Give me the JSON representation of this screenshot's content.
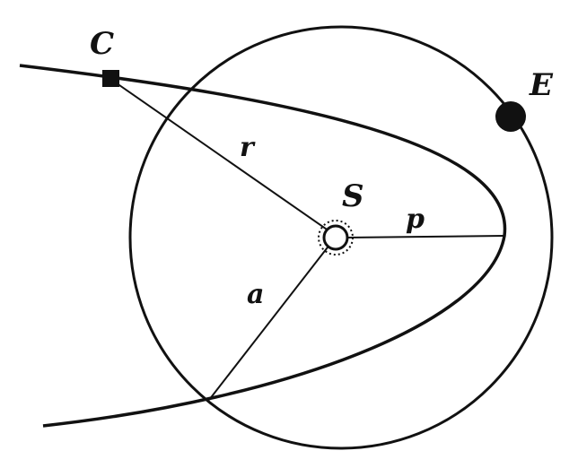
{
  "colors": {
    "ink": "#111111",
    "background": "#ffffff"
  },
  "icons": {
    "comet": "comet-square-marker",
    "earth": "earth-filled-circle",
    "sun": "sun-small-circle-with-rays"
  },
  "labels": {
    "comet": "C",
    "earth": "E",
    "sun": "S",
    "comet_distance": "r",
    "perihelion_distance": "p",
    "orbit_radius": "a"
  }
}
